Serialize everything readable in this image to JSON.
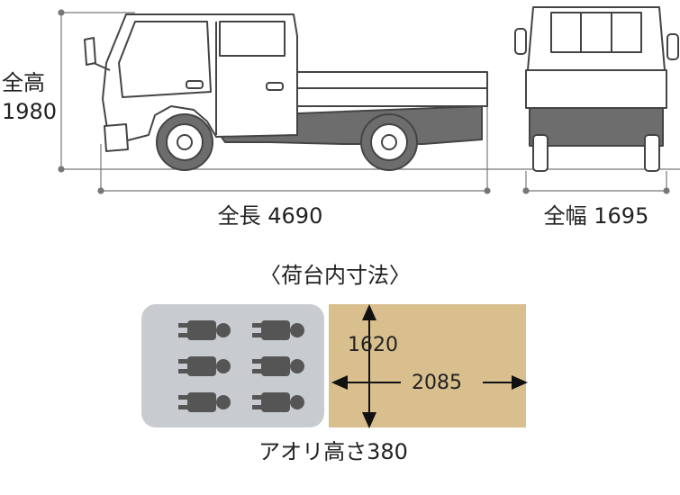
{
  "dimensions": {
    "height_label": "全高",
    "height_value": "1980",
    "length_text": "全長 4690",
    "width_text": "全幅 1695"
  },
  "cargo": {
    "title": "〈荷台内寸法〉",
    "depth_value": "1620",
    "length_value": "2085",
    "side_height_text": "アオリ高さ380",
    "seat_count": 6
  },
  "colors": {
    "line": "#555555",
    "body_fill": "#ffffff",
    "chassis_fill": "#6d6d6d",
    "cab_panel": "#c8ccd0",
    "cargo_bed": "#d8bf8d",
    "seat_icon": "#555555",
    "arrow": "#111111"
  },
  "icons": {
    "seat": "seat-icon",
    "arrow": "arrow-icon"
  }
}
